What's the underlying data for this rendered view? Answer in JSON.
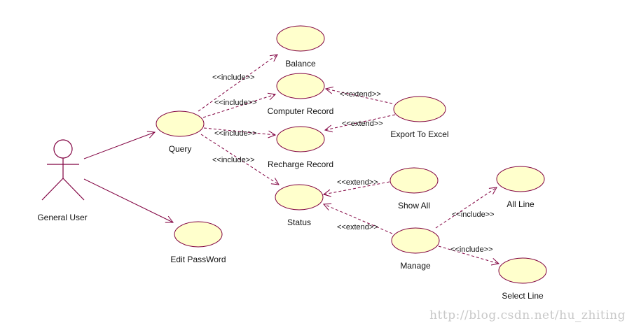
{
  "colors": {
    "usecase_fill": "#FFFFCC",
    "line": "#800040",
    "text": "#111111",
    "watermark": "#C8C8C8"
  },
  "actor": {
    "label": "General User"
  },
  "use_cases": {
    "balance": "Balance",
    "computer_record": "Computer Record",
    "query": "Query",
    "export_to_excel": "Export To Excel",
    "recharge_record": "Recharge Record",
    "show_all": "Show All",
    "all_line": "All Line",
    "status": "Status",
    "manage": "Manage",
    "edit_password": "Edit PassWord",
    "select_line": "Select Line"
  },
  "relations": {
    "include": "<<include>>",
    "extend": "<<extend>>"
  },
  "watermark": "http://blog.csdn.net/hu_zhiting"
}
